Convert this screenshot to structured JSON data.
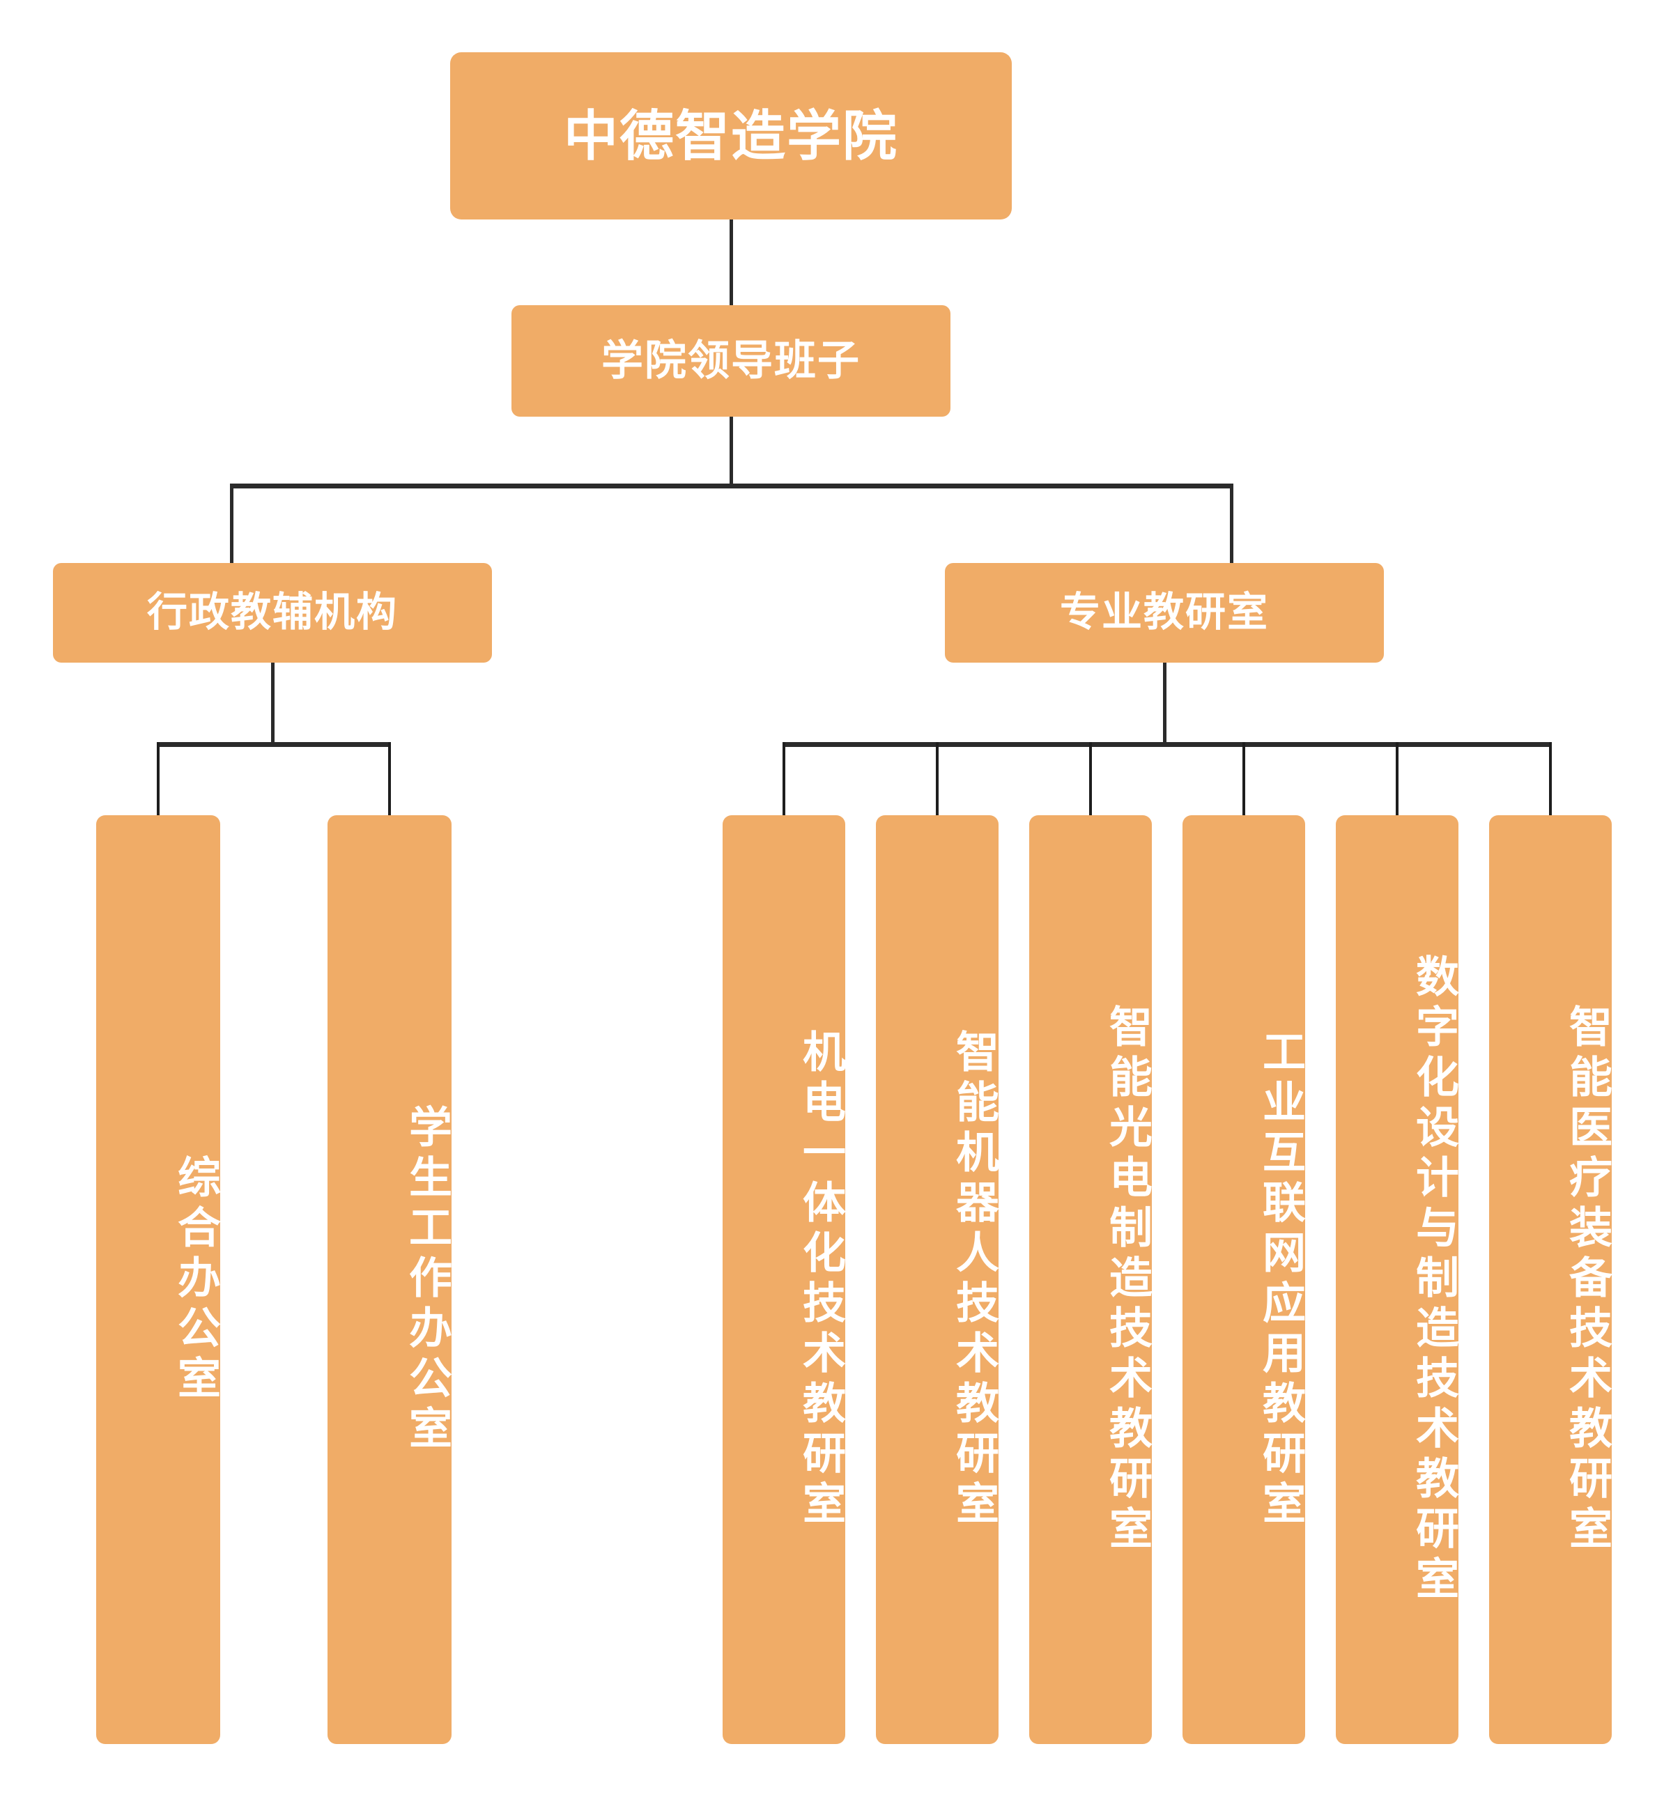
{
  "chart": {
    "type": "org-chart",
    "title": "中德智造学院组织架构",
    "colors": {
      "node_fill": "#F0AC67",
      "node_text": "#FFFFFF",
      "connector": "#2B2B2B",
      "background": "#FFFFFF"
    },
    "levels": [
      {
        "level": 1,
        "nodes": [
          {
            "id": "root",
            "label": "中德智造学院",
            "orientation": "horizontal"
          }
        ]
      },
      {
        "level": 2,
        "nodes": [
          {
            "id": "leadership",
            "label": "学院领导班子",
            "orientation": "horizontal",
            "parent": "root"
          }
        ]
      },
      {
        "level": 3,
        "nodes": [
          {
            "id": "admin",
            "label": "行政教辅机构",
            "orientation": "horizontal",
            "parent": "leadership"
          },
          {
            "id": "teaching",
            "label": "专业教研室",
            "orientation": "horizontal",
            "parent": "leadership"
          }
        ]
      },
      {
        "level": 4,
        "nodes": [
          {
            "id": "office",
            "label": "综合办公室",
            "orientation": "vertical",
            "parent": "admin"
          },
          {
            "id": "student-aff",
            "label": "学生工作办公室",
            "orientation": "vertical",
            "parent": "admin"
          },
          {
            "id": "mechatronics",
            "label": "机电一体化技术教研室",
            "orientation": "vertical",
            "parent": "teaching"
          },
          {
            "id": "robotics",
            "label": "智能机器人技术教研室",
            "orientation": "vertical",
            "parent": "teaching"
          },
          {
            "id": "optoelec",
            "label": "智能光电制造技术教研室",
            "orientation": "vertical",
            "parent": "teaching"
          },
          {
            "id": "iiot",
            "label": "工业互联网应用教研室",
            "orientation": "vertical",
            "parent": "teaching"
          },
          {
            "id": "digital-mfg",
            "label": "数字化设计与制造技术教研室",
            "orientation": "vertical",
            "parent": "teaching"
          },
          {
            "id": "medtech",
            "label": "智能医疗装备技术教研室",
            "orientation": "vertical",
            "parent": "teaching"
          }
        ]
      }
    ]
  },
  "nodes": {
    "root": "中德智造学院",
    "leadership": "学院领导班子",
    "admin": "行政教辅机构",
    "teaching": "专业教研室",
    "office": "综合办公室",
    "student_affairs": "学生工作办公室",
    "mechatronics": "机电一体化技术教研室",
    "robotics": "智能机器人技术教研室",
    "optoelectronic": "智能光电制造技术教研室",
    "industrial_internet": "工业互联网应用教研室",
    "digital_manufacturing": "数字化设计与制造技术教研室",
    "medical_equipment": "智能医疗装备技术教研室"
  }
}
